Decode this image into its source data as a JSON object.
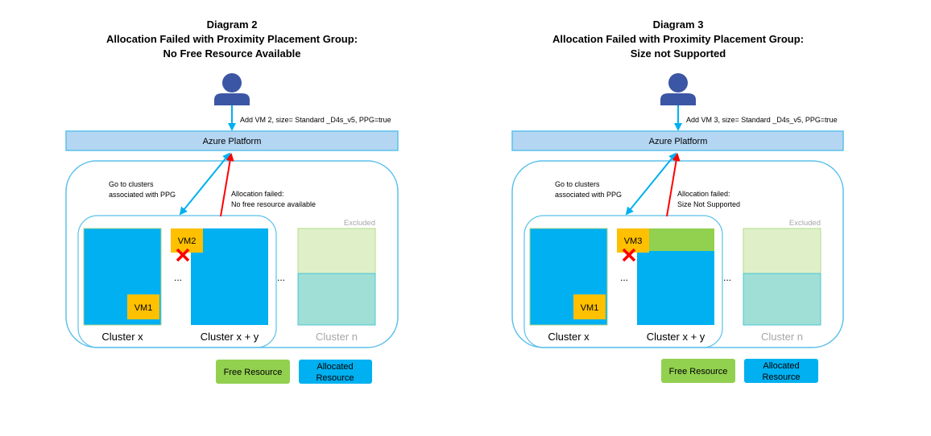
{
  "colors": {
    "allocated": "#00B0F0",
    "free": "#92D050",
    "vm": "#FFC000",
    "error": "#FF0000",
    "platform_fill": "#B4D6F2",
    "platform_border": "#5BC0EB",
    "person": "#3B56A4",
    "excluded_free": "#DFF0C9",
    "excluded_allocated": "#9FDFD6"
  },
  "diagrams": [
    {
      "title_lines": [
        "Diagram 2",
        "Allocation Failed with Proximity Placement Group:",
        "No Free Resource Available"
      ],
      "request_label": "Add VM 2, size= Standard _D4s_v5, PPG=true",
      "platform_label": "Azure Platform",
      "goto_lines": [
        "Go to clusters",
        "associated with PPG"
      ],
      "failure_lines": [
        "Allocation failed:",
        "No free resource available"
      ],
      "existing_vm": "VM1",
      "new_vm": "VM2",
      "ellipsis": "...",
      "excluded_label": "Excluded",
      "clusters": [
        "Cluster x",
        "Cluster x + y",
        "Cluster n"
      ],
      "legend": {
        "free": "Free Resource",
        "allocated_lines": [
          "Allocated",
          "Resource"
        ]
      }
    },
    {
      "title_lines": [
        "Diagram 3",
        "Allocation Failed with Proximity Placement Group:",
        "Size not Supported"
      ],
      "request_label": "Add VM 3, size= Standard _D4s_v5, PPG=true",
      "platform_label": "Azure Platform",
      "goto_lines": [
        "Go to clusters",
        "associated with PPG"
      ],
      "failure_lines": [
        "Allocation failed:",
        "Size Not Supported"
      ],
      "existing_vm": "VM1",
      "new_vm": "VM3",
      "ellipsis": "...",
      "excluded_label": "Excluded",
      "clusters": [
        "Cluster x",
        "Cluster x + y",
        "Cluster n"
      ],
      "legend": {
        "free": "Free Resource",
        "allocated_lines": [
          "Allocated",
          "Resource"
        ]
      }
    }
  ]
}
